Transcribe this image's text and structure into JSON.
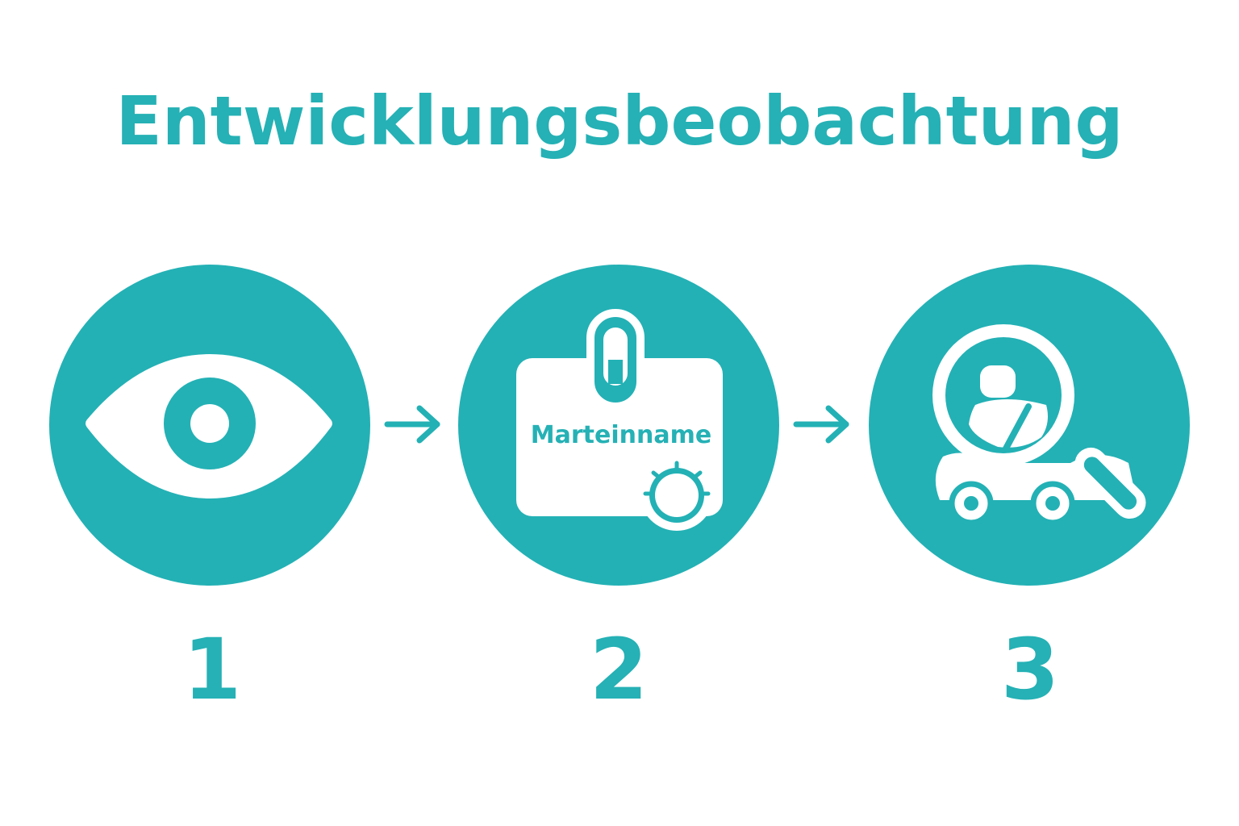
{
  "title": "Entwicklungsbeobachtung",
  "accent_color": "#23b1b5",
  "background_color": "#ffffff",
  "steps": [
    {
      "number": "1",
      "icon": "eye-icon"
    },
    {
      "number": "2",
      "icon": "name-tag-icon",
      "card_label": "Marteinname"
    },
    {
      "number": "3",
      "icon": "magnifier-child-icon"
    }
  ],
  "connectors": [
    "arrow-right-icon",
    "arrow-right-icon"
  ]
}
